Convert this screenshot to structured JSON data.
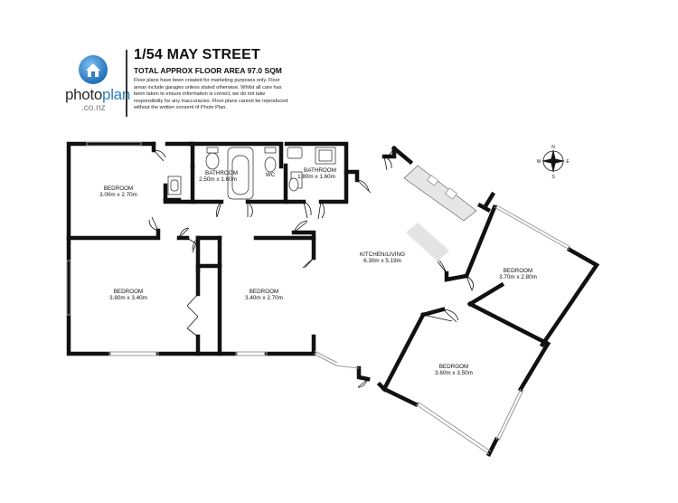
{
  "brand": {
    "name_part1": "photo",
    "name_part2": "plan",
    "domain": ".co.nz",
    "icon": "house-icon"
  },
  "listing": {
    "title": "1/54 MAY STREET",
    "floor_area": "TOTAL APPROX FLOOR AREA 97.0 SQM",
    "disclaimer": "Floor plans have been created for marketing purposes only. Floor areas include garages unless stated otherwise. Whilst all care has been taken to ensure information is correct, we do not take responsibility for any inaccuracies. Floor plans cannot be reproduced without the written consent of Photo Plan."
  },
  "rooms": {
    "bedroom_top_left": {
      "name": "BEDROOM",
      "dims": "3.00m  x 2.70m"
    },
    "bathroom_1": {
      "name": "BATHROOM",
      "dims": "2.50m  x 1.60m"
    },
    "wc": {
      "name": "WC"
    },
    "bathroom_2": {
      "name": "BATHROOM",
      "dims": "1.80m  x 1.60m"
    },
    "bedroom_left": {
      "name": "BEDROOM",
      "dims": "3.80m  x 3.40m"
    },
    "bedroom_middle": {
      "name": "BEDROOM",
      "dims": "3.40m  x 2.70m"
    },
    "kitchen_living": {
      "name": "KITCHEN/LIVING",
      "dims": "6.30m  x 5.19m"
    },
    "bedroom_right_upper": {
      "name": "BEDROOM",
      "dims": "3.70m  x 2.80m"
    },
    "bedroom_right_lower": {
      "name": "BEDROOM",
      "dims": "3.60m  x 3.50m"
    }
  },
  "compass": {
    "n": "N",
    "s": "S",
    "e": "E",
    "w": "W",
    "icon": "compass-icon"
  },
  "colors": {
    "wall": "#111111",
    "window": "#9a9a9a",
    "brand_blue": "#2f7fc6",
    "fixture": "#e6e6e6"
  }
}
